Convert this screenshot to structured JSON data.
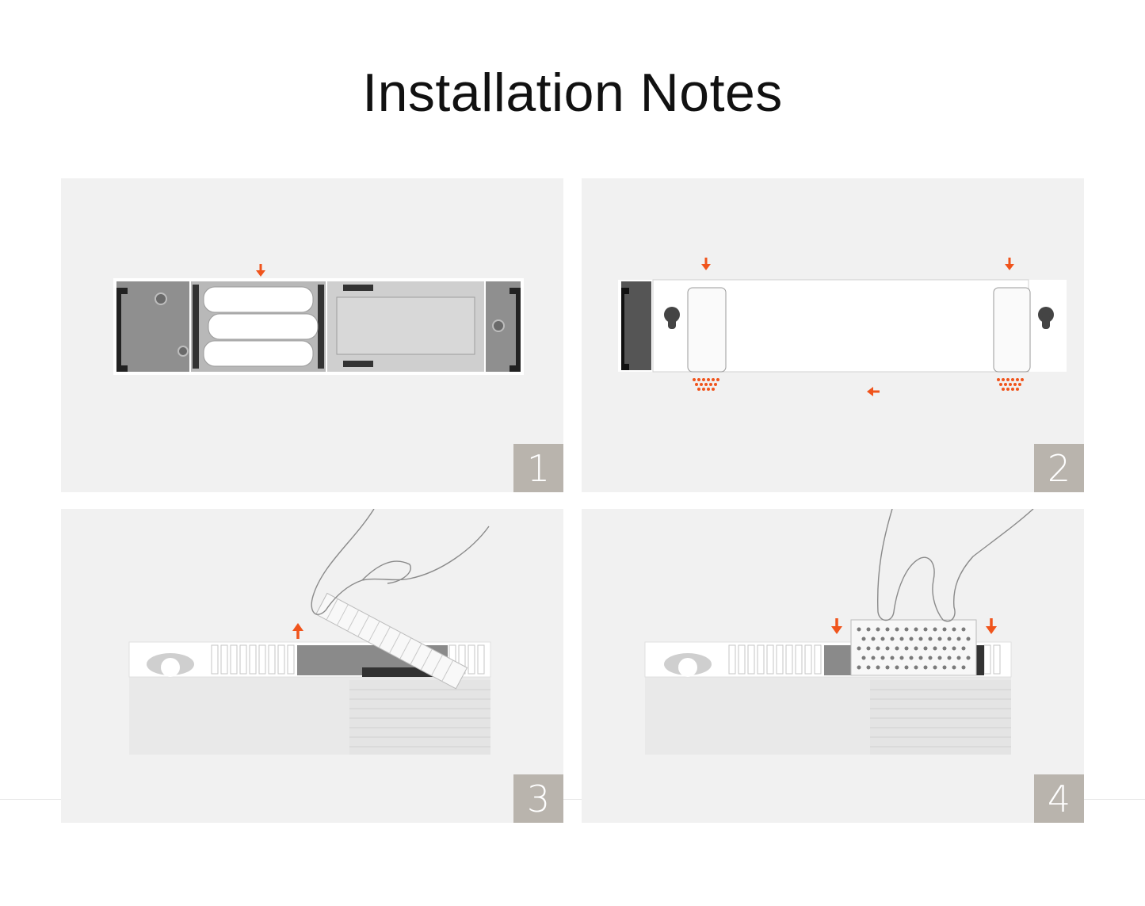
{
  "page": {
    "title": "Installation Notes"
  },
  "steps": [
    {
      "number": "1",
      "illustration": "battery-compartment"
    },
    {
      "number": "2",
      "illustration": "wall-mount-back-plate"
    },
    {
      "number": "3",
      "illustration": "lift-top-cover"
    },
    {
      "number": "4",
      "illustration": "press-cover-down"
    }
  ],
  "colors": {
    "accent": "#f0541c",
    "panel_bg": "#f1f1f1",
    "badge_bg": "#b9b4ad",
    "title_text": "#111111"
  }
}
